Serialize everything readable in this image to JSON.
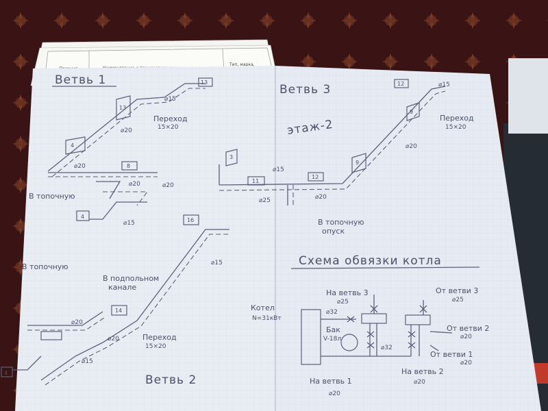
{
  "header_strip": {
    "col1": "Позиция",
    "col2": "Наименование и техническая характ...",
    "col3": "Тип, марка,"
  },
  "left_sheet": {
    "title_top": "Ветвь 1",
    "title_bottom": "Ветвь 2",
    "branch1": {
      "units": [
        "13",
        "13",
        "8",
        "4",
        "4"
      ],
      "diam_1": "⌀15",
      "diam_2": "⌀20",
      "diam_3": "⌀20",
      "diam_4": "⌀20",
      "diam_5": "⌀20",
      "diam_6": "⌀15",
      "transition": "Переход",
      "transition_size": "15×20",
      "to_furnace": "В топочную"
    },
    "branch2": {
      "units": [
        "16",
        "14",
        "4"
      ],
      "diam_1": "⌀15",
      "diam_2": "⌀20",
      "diam_3": "⌀20",
      "diam_4": "⌀15",
      "to_furnace": "В топочную",
      "underfloor_1": "В подпольном",
      "underfloor_2": "канале",
      "transition": "Переход",
      "transition_size": "15×20"
    }
  },
  "right_sheet": {
    "title": "Ветвь 3",
    "floor_note": "этаж-2",
    "units": [
      "12",
      "9",
      "9",
      "3",
      "11",
      "12"
    ],
    "diam_1": "⌀15",
    "diam_2": "⌀20",
    "diam_3": "⌀15",
    "diam_4": "⌀25",
    "diam_5": "⌀20",
    "transition": "Переход",
    "transition_size": "15×20",
    "down_1": "В топочную",
    "down_2": "опуск",
    "scheme": {
      "title": "Схема обвязки котла",
      "boiler_1": "Котел",
      "boiler_2": "N=31кВт",
      "to_branch3": "На ветвь 3",
      "to_branch3_d": "⌀25",
      "from_branch3": "От ветви 3",
      "from_branch3_d": "⌀25",
      "d32_a": "⌀32",
      "d32_b": "⌀32",
      "tank_1": "Бак",
      "tank_2": "V-18л",
      "from_branch2": "От ветви 2",
      "from_branch2_d": "⌀20",
      "from_branch1": "От ветви 1",
      "from_branch1_d": "⌀20",
      "to_branch1": "На ветвь 1",
      "to_branch1_d": "⌀20",
      "to_branch2": "На ветвь 2",
      "to_branch2_d": "⌀20"
    }
  },
  "colors": {
    "carpet": "#3a1414",
    "paper": "#e9edf4",
    "ink": "#4a5168",
    "grid": "#c9d2de"
  }
}
